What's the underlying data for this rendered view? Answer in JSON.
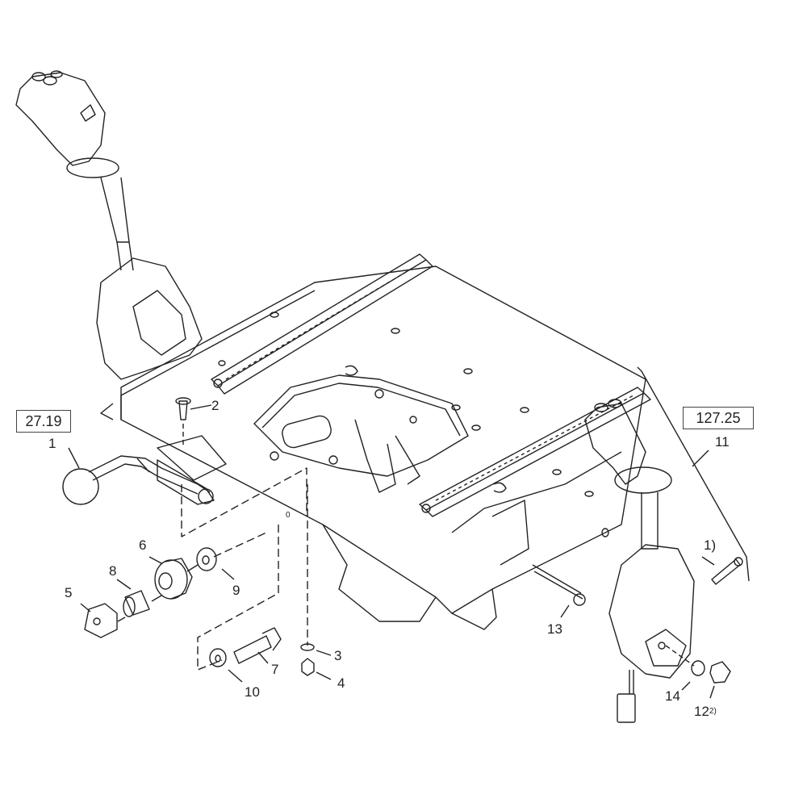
{
  "references": {
    "left": "27.19",
    "right": "127.25"
  },
  "callouts": {
    "c1": "1",
    "c2": "2",
    "c3": "3",
    "c4": "4",
    "c5": "5",
    "c6": "6",
    "c7": "7",
    "c8": "8",
    "c9": "9",
    "c10": "10",
    "c11": "11",
    "c12": "12",
    "c12_note": "2)",
    "c13": "13",
    "c14": "14",
    "note1": "1)",
    "small_mark": "0"
  },
  "colors": {
    "line": "#222222",
    "background": "#ffffff"
  }
}
